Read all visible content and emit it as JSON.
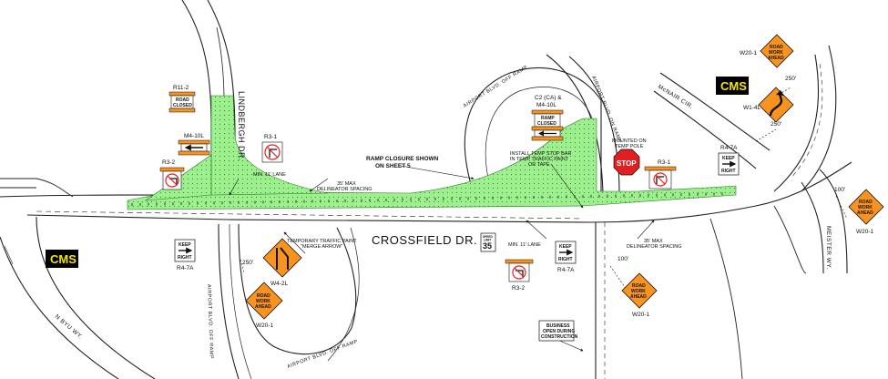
{
  "roads": {
    "crossfield": "CROSSFIELD DR.",
    "lindbergh": "LINDBERGH DR.",
    "mcnair": "McNAIR CIR.",
    "meister": "MEISTER WY.",
    "n_byu": "N BYU WY.",
    "airport_off_ramp_left": "AIRPORT BLVD. OFF RAMP",
    "airport_off_ramp_bottom": "AIRPORT BLVD. OFF RAMP",
    "airport_off_ramp_top": "AIRPORT BLVD. OFF RAMP",
    "airport_on_ramp": "AIRPORT BLVD. ON RAMP"
  },
  "notes": {
    "ramp_closure_line1": "RAMP CLOSURE SHOWN",
    "ramp_closure_line2": "ON SHEET 5",
    "delineator_left_1": "35' MAX",
    "delineator_left_2": "DELINEATOR SPACING",
    "delineator_right_1": "35' MAX",
    "delineator_right_2": "DELINEATOR SPACING",
    "min_lane_left": "MIN. 11' LANE",
    "min_lane_right": "MIN. 11' LANE",
    "temp_paint_1": "TEMPORARY TRAFFIC PAINT",
    "temp_paint_2": "\"MERGE ARROW\"",
    "stop_bar_1": "INSTALL TEMP STOP BAR",
    "stop_bar_2": "IN TEMP TRAFFIC PAINT",
    "stop_bar_3": "OR TAPE",
    "mounted_1": "MOUNTED ON",
    "mounted_2": "TEMP POLE",
    "business_1": "BUSINESS",
    "business_2": "OPEN DURING",
    "business_3": "CONSTRUCTION"
  },
  "dims": {
    "d250_left": "250'",
    "d250_right_top": "250'",
    "d250_right_bottom": "250'",
    "d100_meister": "100'",
    "d100_crossfield": "100'"
  },
  "sign_codes": {
    "r11_2": "R11-2",
    "m4_10l": "M4-10L",
    "r3_2_left": "R3-2",
    "r3_1_left": "R3-1",
    "r4_7a_left": "R4-7A",
    "w4_2l": "W4-2L",
    "w20_1_left": "W20-1",
    "c2_line1": "C2 (CA) &",
    "c2_line2": "M4-10L",
    "r3_1_right": "R3-1",
    "r4_7a_right_top": "R4-7A",
    "r4_7a_right_bottom": "R4-7A",
    "r3_2_right": "R3-2",
    "w20_1_center": "W20-1",
    "w20_1_top": "W20-1",
    "w1_4l": "W1-4L",
    "w20_1_right": "W20-1"
  },
  "sign_text": {
    "road": "ROAD",
    "closed": "CLOSED",
    "ramp": "RAMP",
    "work": "WORK",
    "ahead": "AHEAD",
    "keep": "KEEP",
    "right": "RIGHT",
    "stop": "STOP",
    "speed": "SPEED",
    "limit": "LIMIT",
    "speed_value": "35",
    "cms": "CMS"
  },
  "colors": {
    "work_zone": "#9ef08e",
    "warning_sign": "#f7931e",
    "stop_sign": "#e02020",
    "cms_fill": "#000000",
    "cms_text": "#f5e400"
  }
}
